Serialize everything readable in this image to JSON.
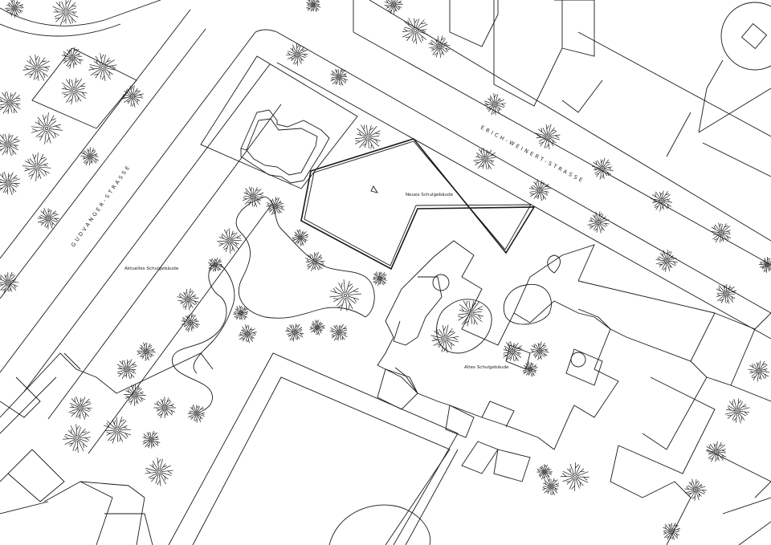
{
  "map": {
    "streets": {
      "erich_weinert": "ERICH-WEINERT-STRASSE",
      "gudvanger": "GUDVANGER-STRASSE"
    },
    "buildings": {
      "new_school": "Neues Schulgebäude",
      "current_school": "Aktuelles Schulgebäude",
      "old_school": "Altes Schulgebäude"
    },
    "colors": {
      "line": "#1a1a1a",
      "background": "#ffffff"
    }
  }
}
